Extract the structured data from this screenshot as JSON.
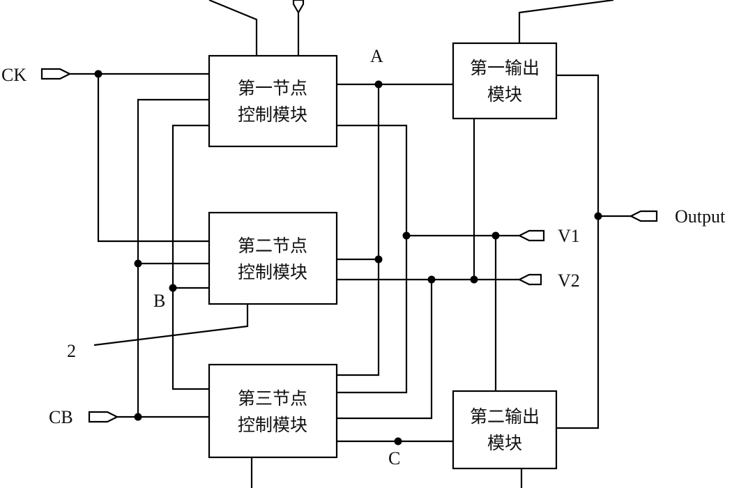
{
  "blocks": {
    "node1": {
      "line1": "第一节点",
      "line2": "控制模块"
    },
    "node2": {
      "line1": "第二节点",
      "line2": "控制模块"
    },
    "node3": {
      "line1": "第三节点",
      "line2": "控制模块"
    },
    "out1": {
      "line1": "第一输出",
      "line2": "模块"
    },
    "out2": {
      "line1": "第二输出",
      "line2": "模块"
    }
  },
  "terminals": {
    "ck": "CK",
    "cb": "CB",
    "v1": "V1",
    "v2": "V2",
    "output": "Output"
  },
  "nodes": {
    "a": "A",
    "b": "B",
    "c": "C"
  },
  "callouts": {
    "two": "2"
  }
}
